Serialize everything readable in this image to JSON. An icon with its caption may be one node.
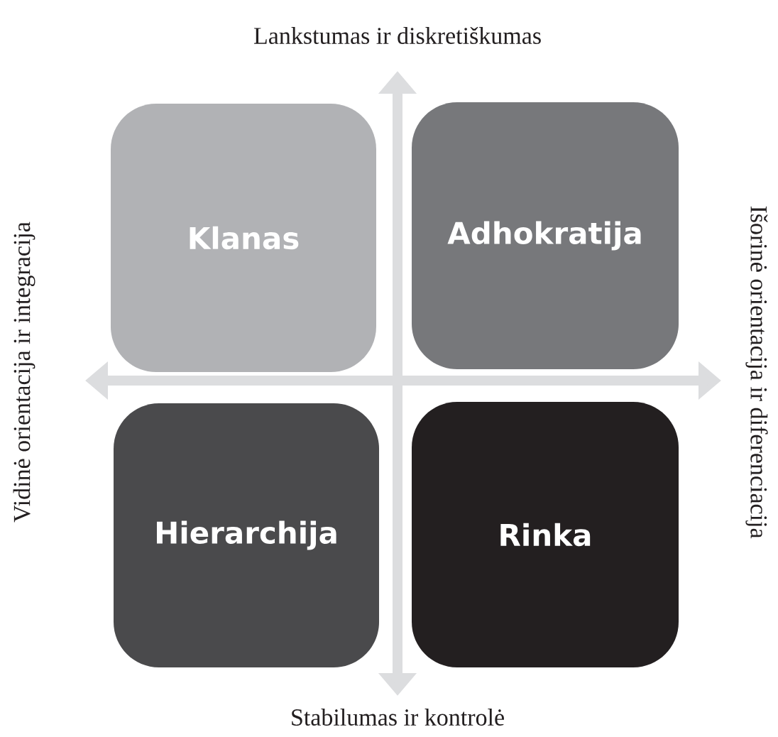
{
  "diagram": {
    "nodes": [
      {
        "text": [
          "Klanas"
        ]
      },
      {
        "text": [
          "Adhokratija"
        ]
      },
      {
        "text": [
          "Hierarchija"
        ]
      },
      {
        "text": [
          "Rinka"
        ]
      }
    ],
    "labels": [
      "Lankstumas ir diskretiškumas",
      "Vidinė orientacija ir integracija",
      "Išorinė orientacija ir diferenciacija",
      "Stabilumas ir kontrolė"
    ]
  }
}
